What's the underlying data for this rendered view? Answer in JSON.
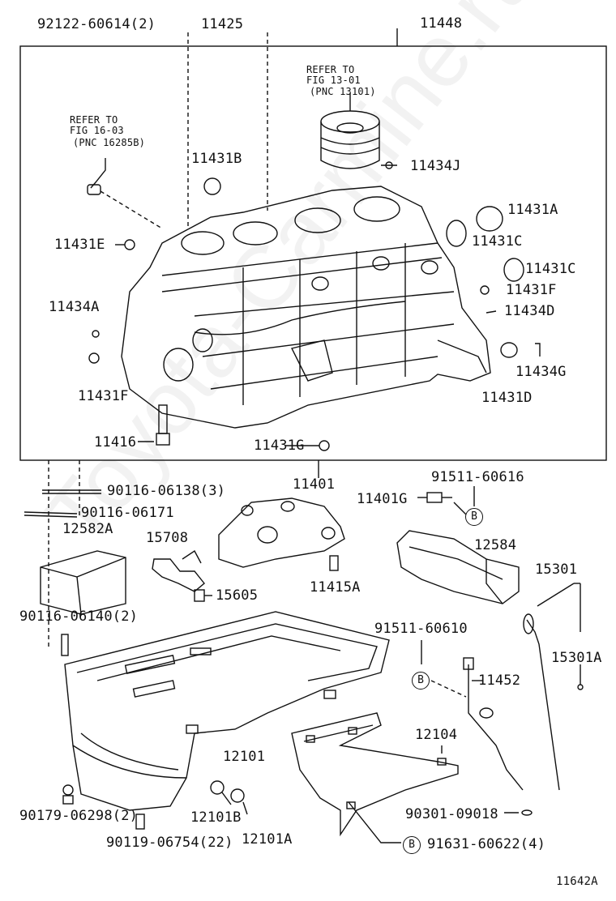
{
  "diagram_code": "11642A",
  "watermark": "Toyota-Carmine.ru",
  "refs": {
    "ref1": {
      "line1": "REFER TO",
      "line2": "FIG 13-01",
      "line3": "(PNC 13101)"
    },
    "ref2": {
      "line1": "REFER TO",
      "line2": "FIG 16-03",
      "line3": "(PNC 16285B)"
    }
  },
  "callout_letter": "B",
  "parts": {
    "p92122": "92122-60614(2)",
    "p11425": "11425",
    "p11448": "11448",
    "p11431B": "11431B",
    "p11434J": "11434J",
    "p11431A": "11431A",
    "p11431E": "11431E",
    "p11431C_1": "11431C",
    "p11431C_2": "11431C",
    "p11431F_1": "11431F",
    "p11434D": "11434D",
    "p11434A": "11434A",
    "p11434G": "11434G",
    "p11431F_2": "11431F",
    "p11431D": "11431D",
    "p11416": "11416",
    "p11431G": "11431G",
    "p11401": "11401",
    "p90116_06138": "90116-06138(3)",
    "p90116_06171": "90116-06171",
    "p91511_60616": "91511-60616",
    "p12582A": "12582A",
    "p11401G": "11401G",
    "p15708": "15708",
    "p12584": "12584",
    "p15301": "15301",
    "p11415A": "11415A",
    "p15605": "15605",
    "p90116_06140": "90116-06140(2)",
    "p91511_60610": "91511-60610",
    "p15301A": "15301A",
    "p11452": "11452",
    "p12104": "12104",
    "p12101": "12101",
    "p90179": "90179-06298(2)",
    "p12101B": "12101B",
    "p90301": "90301-09018",
    "p90119": "90119-06754(22)",
    "p12101A": "12101A",
    "p91631": "91631-60622(4)"
  }
}
